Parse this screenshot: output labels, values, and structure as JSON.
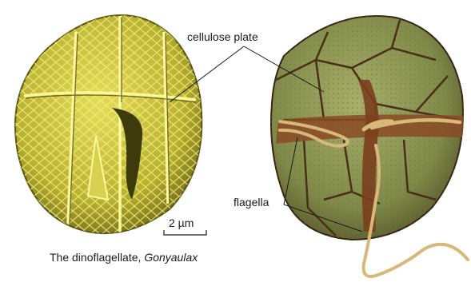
{
  "labels": {
    "cellulose_plate": "cellulose plate",
    "flagella": "flagella",
    "scale_bar": "2 µm"
  },
  "caption": {
    "prefix": "The dinoflagellate, ",
    "genus": "Gonyaulax"
  },
  "colors": {
    "sem_fill": "#c9c23a",
    "sem_ridge": "#f3ee7a",
    "sem_dark": "#4a4510",
    "plate_fill": "#8f9a58",
    "plate_edge": "#4a2f1a",
    "groove": "#8a4a24",
    "flagellum": "#d9b97a",
    "leader_line": "#1a1a1a"
  }
}
